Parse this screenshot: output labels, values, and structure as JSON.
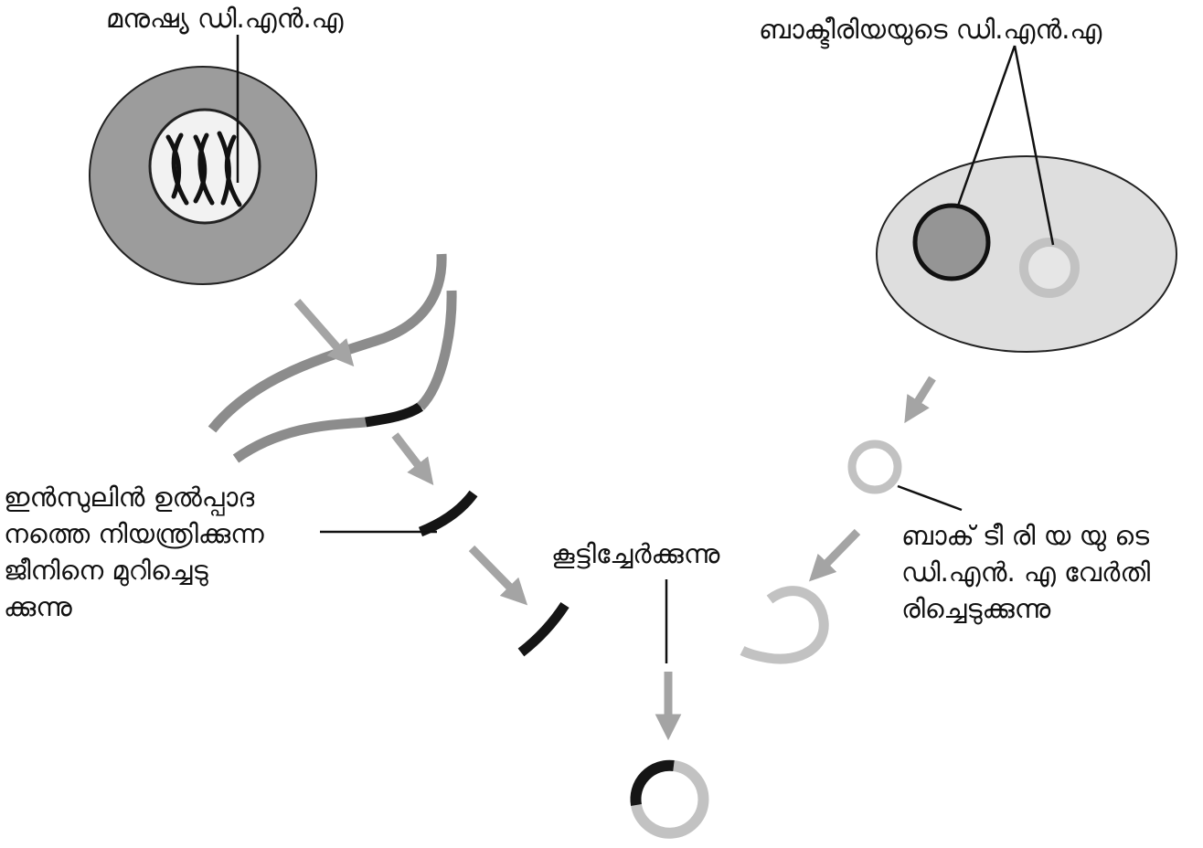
{
  "labels": {
    "human_dna": "മനുഷ്യ ഡി.എൻ.എ",
    "bacterial_dna": "ബാക്ടീരിയയുടെ ഡി.എൻ.എ",
    "cut_gene": [
      "ഇൻസുലിൻ ഉൽപ്പാദ",
      "നത്തെ നിയന്ത്രിക്കുന്ന",
      "ജീനിനെ മുറിച്ചെടു",
      "ക്കുന്നു"
    ],
    "joining": "കൂട്ടിച്ചേർക്കുന്നു",
    "separate_bacterial_dna": [
      "ബാക് ടീ രി യ യു ടെ",
      "ഡി.എൻ. എ വേർതി",
      "രിച്ചെടുക്കുന്നു"
    ]
  },
  "colors": {
    "ink": "#111111",
    "human_cytoplasm": "#9c9c9c",
    "nucleus": "#f2f2f2",
    "dna_strand": "#8c8c8c",
    "insulin_gene": "#151515",
    "bacterial_cell": "#dedede",
    "bacterial_chromosome": "#959595",
    "plasmid": "#c2c2c2",
    "arrow": "#a4a4a4"
  }
}
